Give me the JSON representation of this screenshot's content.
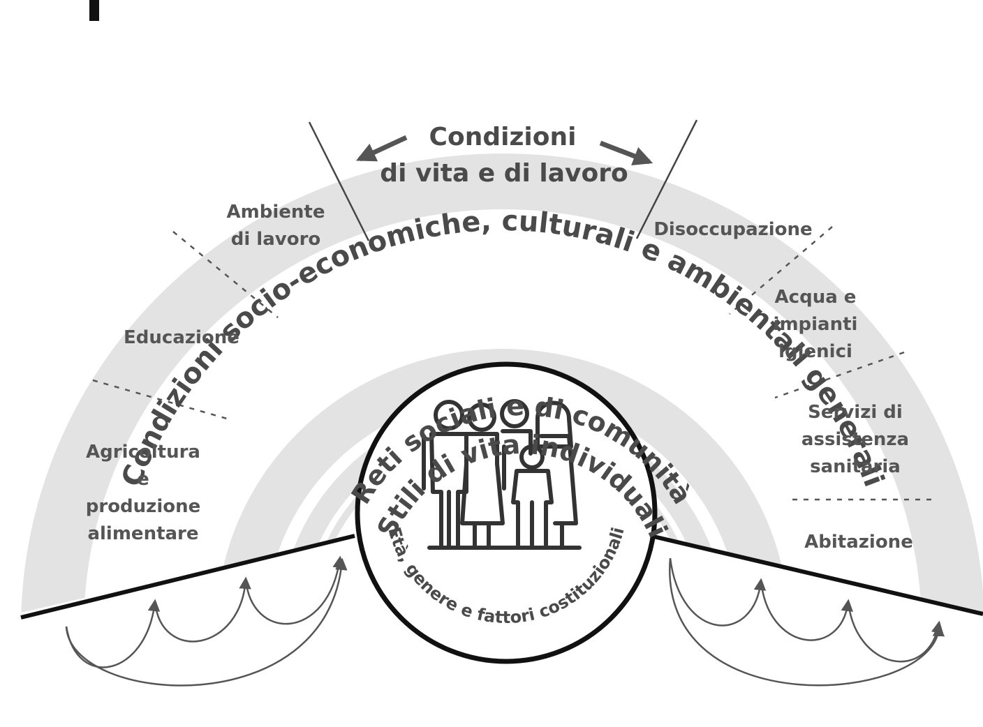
{
  "layers": {
    "outer": "Condizioni socio-economiche, culturali e ambientali generali",
    "living": "Condizioni di vita e di lavoro",
    "living_line1": "Condizioni",
    "living_line2": "di vita e di lavoro",
    "social": "Reti sociali e di comunità",
    "lifestyle": "Stili di vita individuali",
    "core": "Età, genere e fattori costituzionali"
  },
  "sectors_left": [
    {
      "lines": [
        "Ambiente",
        "di lavoro"
      ]
    },
    {
      "lines": [
        "Educazione"
      ]
    },
    {
      "lines": [
        "Agricoltura",
        "e",
        "produzione",
        "alimentare"
      ]
    }
  ],
  "sectors_right": [
    {
      "lines": [
        "Disoccupazione"
      ]
    },
    {
      "lines": [
        "Acqua e",
        "impianti",
        "igienici"
      ]
    },
    {
      "lines": [
        "Servizi di",
        "assistenza",
        "sanitaria"
      ]
    },
    {
      "lines": [
        "Abitazione"
      ]
    }
  ],
  "colors": {
    "band": "#e3e3e3",
    "text": "#4a4a4a",
    "line": "#222222",
    "background": "#ffffff"
  },
  "icons": {
    "core_icon": "family-icon",
    "arrows": "curved-arrow-icon"
  }
}
